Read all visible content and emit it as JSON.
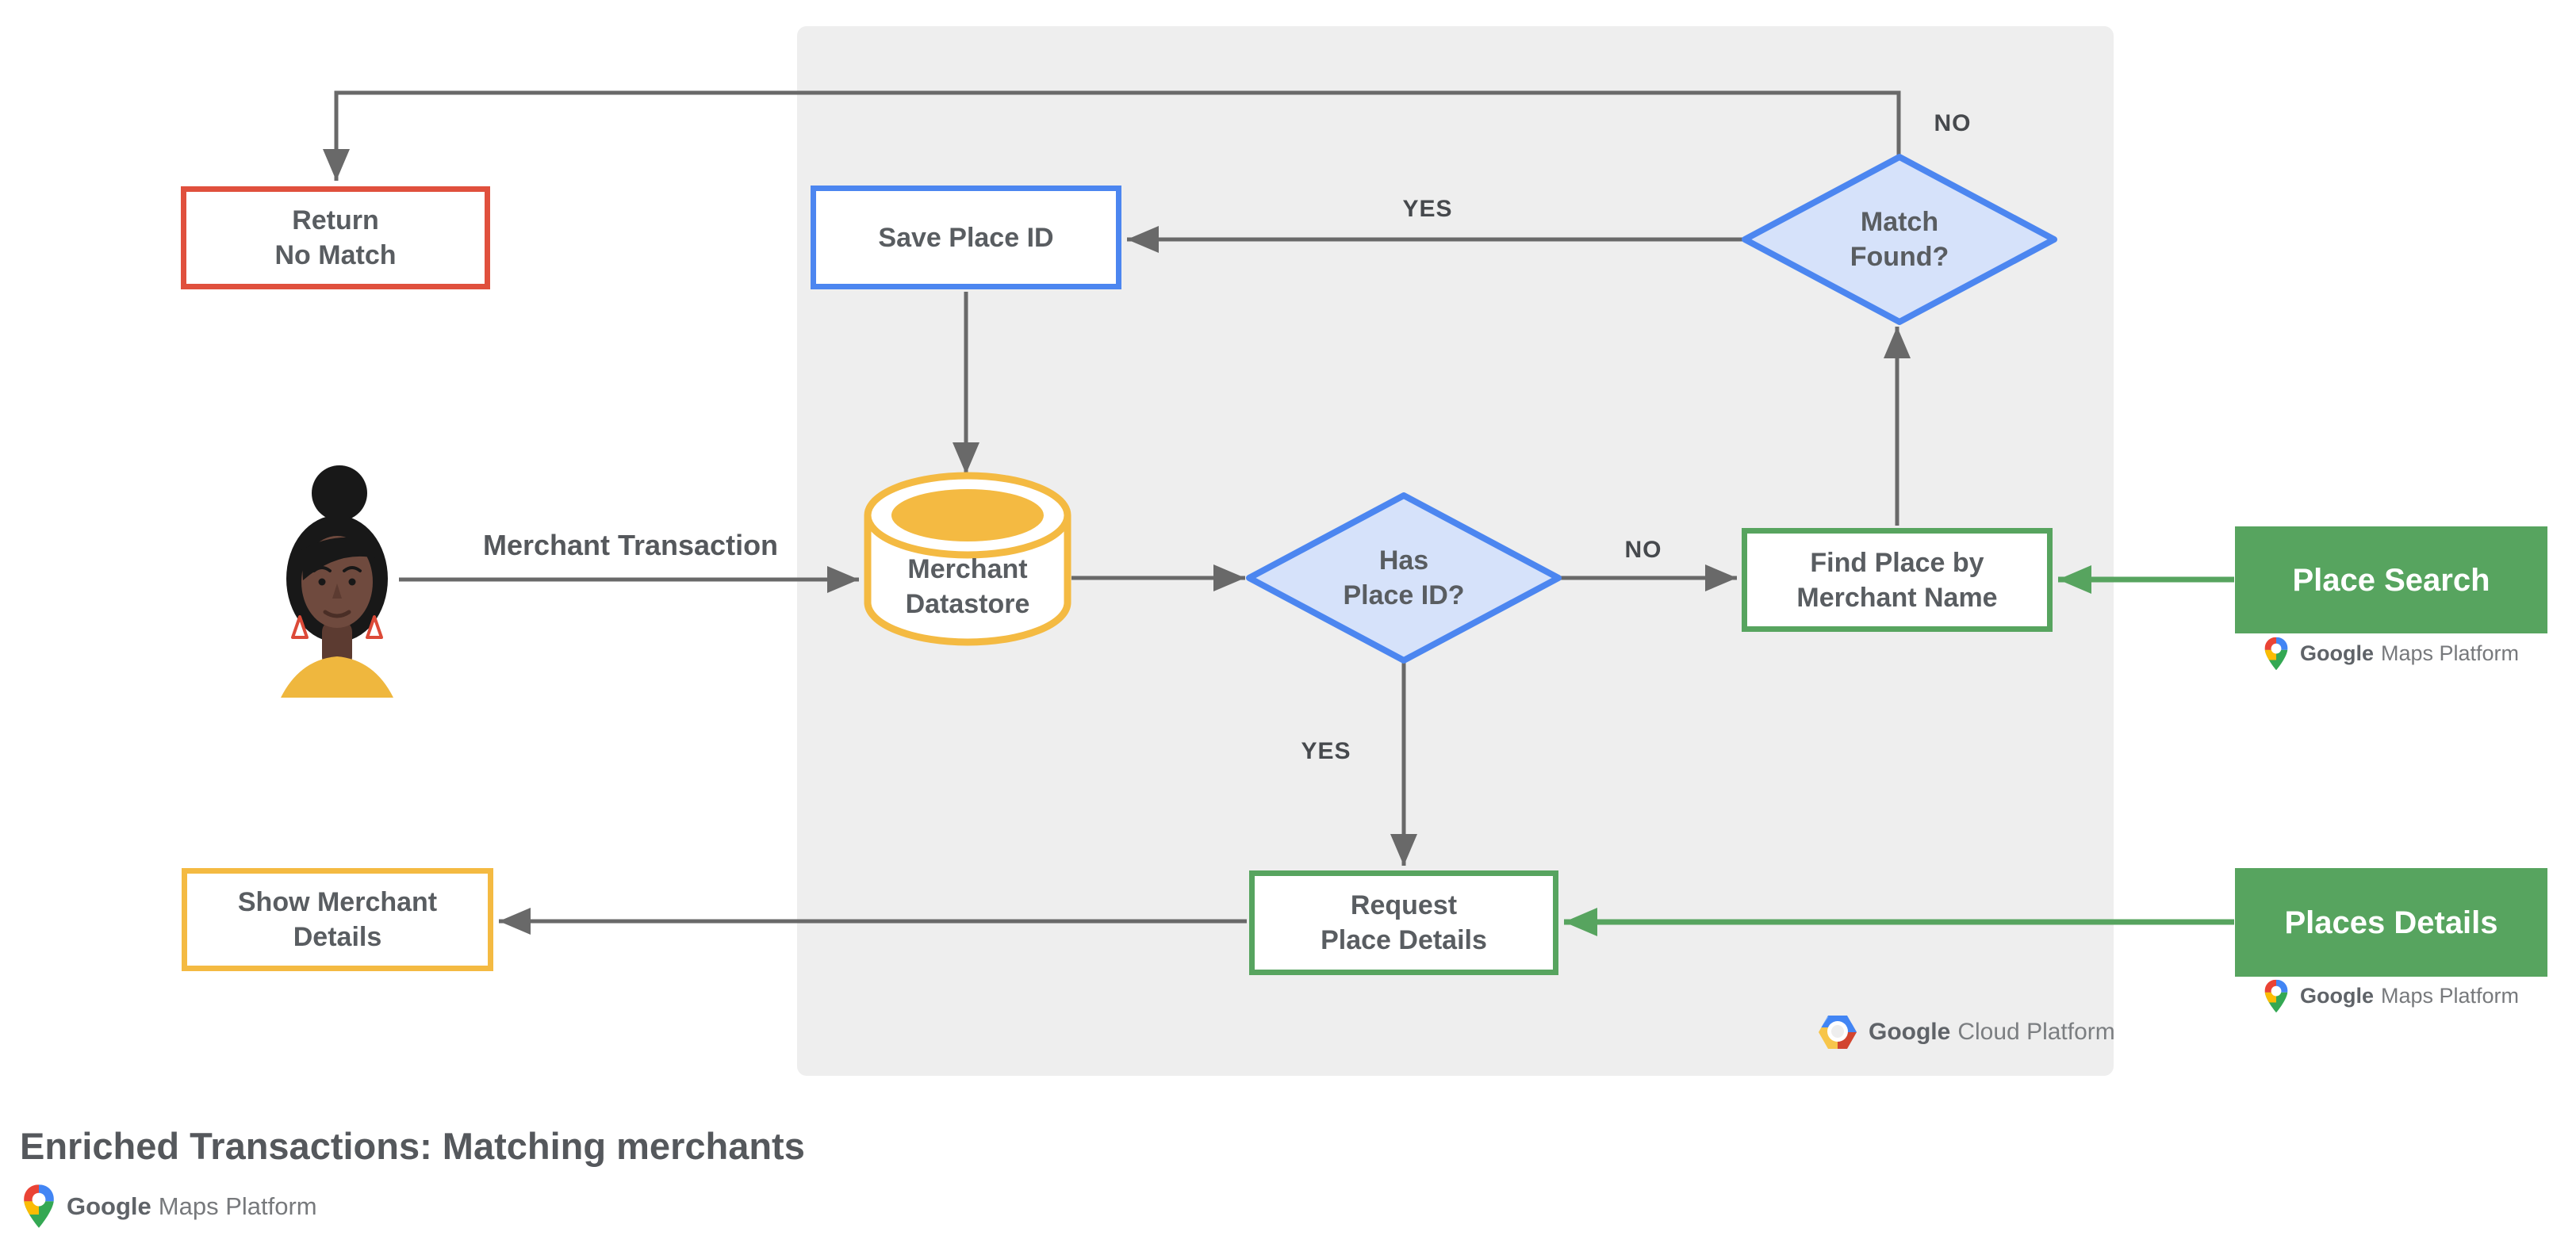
{
  "title": "Enriched Transactions: Matching merchants",
  "diagram": {
    "nodes": {
      "return_no_match": {
        "lines": [
          "Return",
          "No Match"
        ]
      },
      "save_place_id": {
        "lines": [
          "Save Place ID"
        ]
      },
      "match_found": {
        "lines": [
          "Match",
          "Found?"
        ]
      },
      "merchant_datastore": {
        "lines": [
          "Merchant",
          "Datastore"
        ]
      },
      "has_place_id": {
        "lines": [
          "Has",
          "Place ID?"
        ]
      },
      "find_place_by_merchant_name": {
        "lines": [
          "Find Place by",
          "Merchant Name"
        ]
      },
      "request_place_details": {
        "lines": [
          "Request",
          "Place Details"
        ]
      },
      "show_merchant_details": {
        "lines": [
          "Show Merchant",
          "Details"
        ]
      },
      "place_search": {
        "label": "Place Search"
      },
      "places_details": {
        "label": "Places Details"
      }
    },
    "edge_labels": {
      "match_found_no": "NO",
      "match_found_yes": "YES",
      "has_place_id_no": "NO",
      "has_place_id_yes": "YES",
      "merchant_transaction": "Merchant Transaction"
    }
  },
  "logos": {
    "google_maps_platform": {
      "brand": "Google",
      "suffix": "Maps Platform"
    },
    "google_cloud_platform": {
      "brand": "Google",
      "suffix": "Cloud Platform"
    }
  },
  "icons": {
    "maps_pin": "google-maps-pin",
    "cloud_hexagon": "google-cloud-hexagon",
    "user": "person-avatar"
  },
  "colors": {
    "red": "#e0503d",
    "blue": "#4c86f0",
    "blue_fill": "#d6e2fa",
    "green": "#57a45f",
    "yellow": "#f4ba42",
    "panel_gray": "#eeeeee",
    "connector_gray": "#696969",
    "text_gray": "#595d61",
    "logo_red": "#ea4335",
    "logo_blue": "#4285f4",
    "logo_yellow": "#fbbc04",
    "logo_green": "#34a853"
  }
}
